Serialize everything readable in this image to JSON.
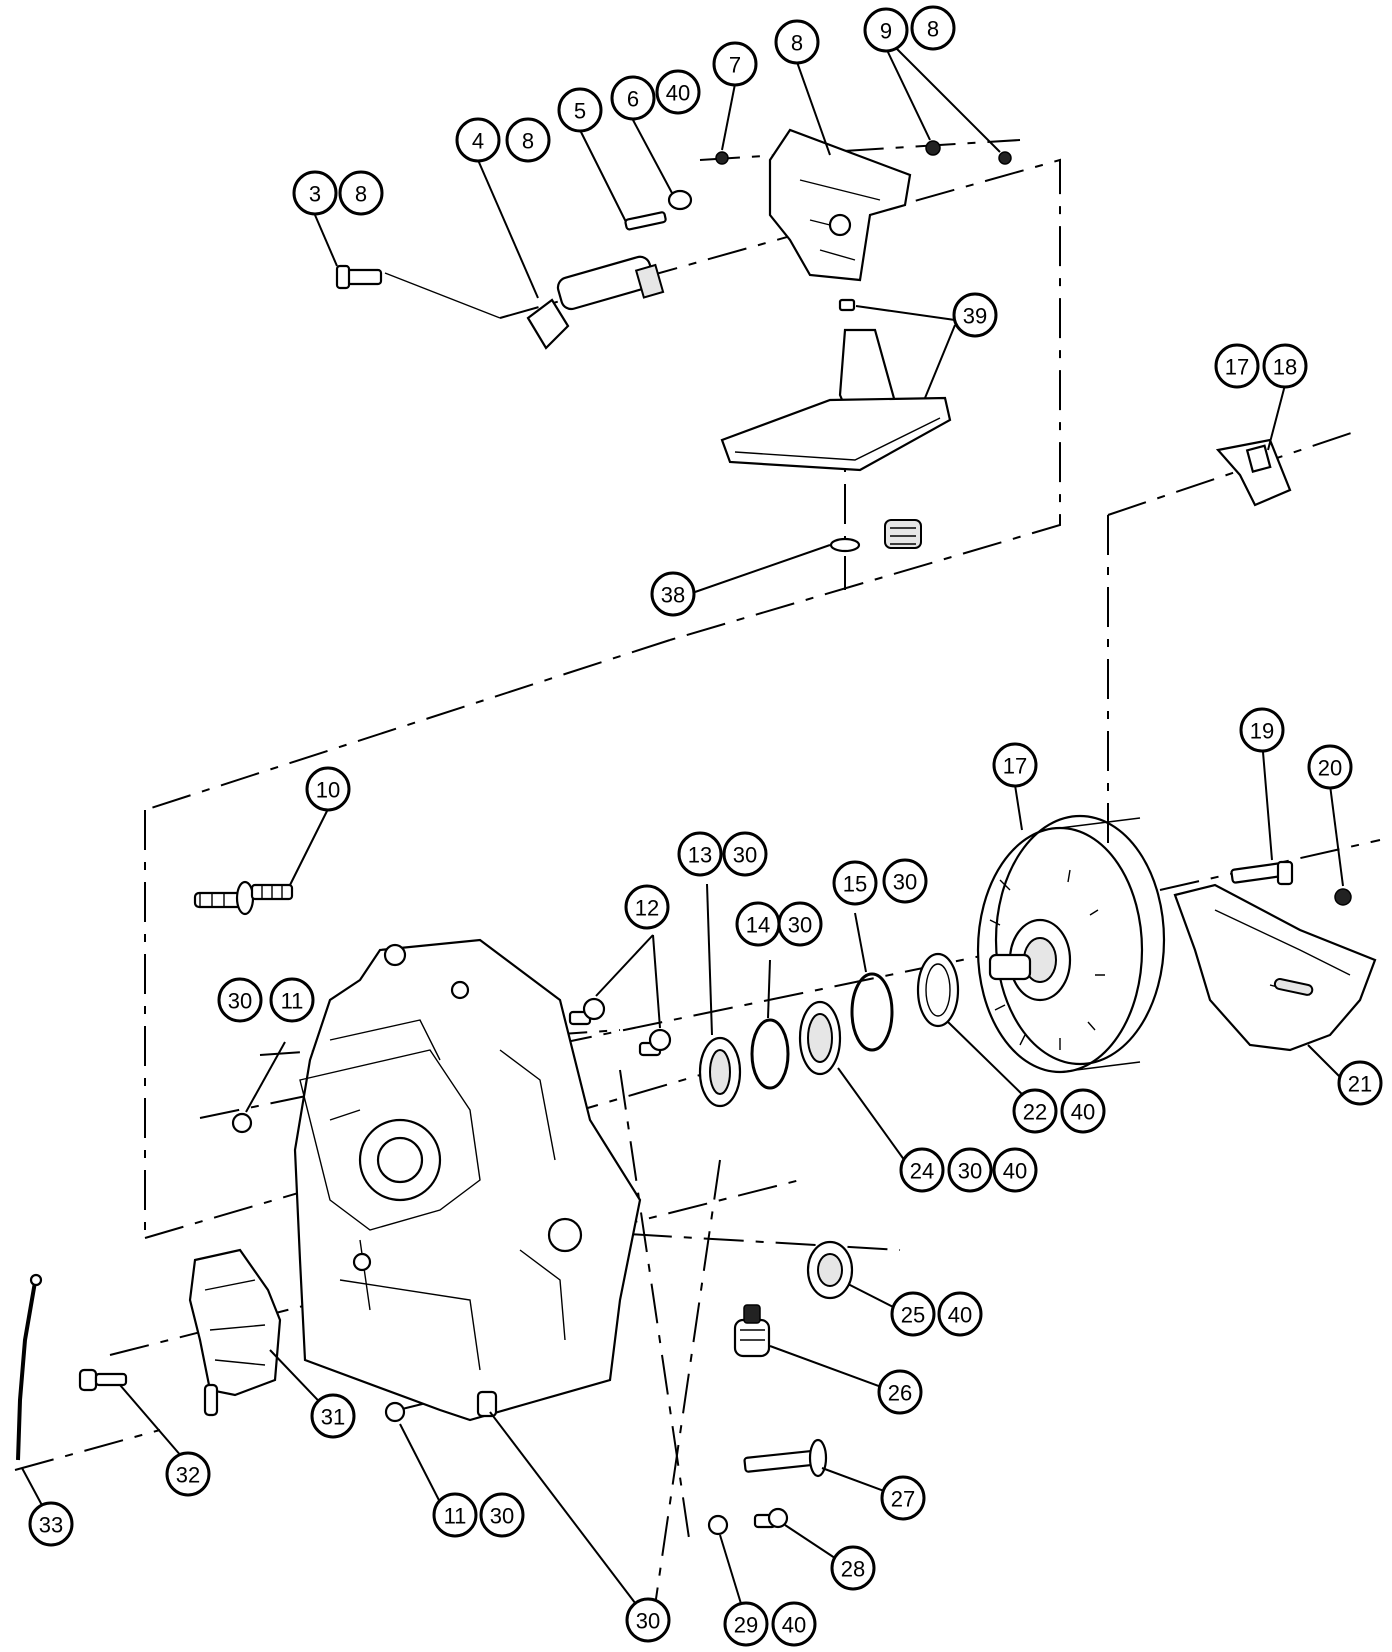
{
  "callouts": [
    {
      "id": "c3",
      "text": "3"
    },
    {
      "id": "c3b",
      "text": "8"
    },
    {
      "id": "c4",
      "text": "4"
    },
    {
      "id": "c4b",
      "text": "8"
    },
    {
      "id": "c5",
      "text": "5"
    },
    {
      "id": "c6",
      "text": "6"
    },
    {
      "id": "c6b",
      "text": "40"
    },
    {
      "id": "c7",
      "text": "7"
    },
    {
      "id": "c8",
      "text": "8"
    },
    {
      "id": "c9",
      "text": "9"
    },
    {
      "id": "c9b",
      "text": "8"
    },
    {
      "id": "c39",
      "text": "39"
    },
    {
      "id": "c17a",
      "text": "17"
    },
    {
      "id": "c18",
      "text": "18"
    },
    {
      "id": "c38",
      "text": "38"
    },
    {
      "id": "c10",
      "text": "10"
    },
    {
      "id": "c19",
      "text": "19"
    },
    {
      "id": "c20",
      "text": "20"
    },
    {
      "id": "c17",
      "text": "17"
    },
    {
      "id": "c13",
      "text": "13"
    },
    {
      "id": "c13b",
      "text": "30"
    },
    {
      "id": "c15",
      "text": "15"
    },
    {
      "id": "c15b",
      "text": "30"
    },
    {
      "id": "c14",
      "text": "14"
    },
    {
      "id": "c14b",
      "text": "30"
    },
    {
      "id": "c12",
      "text": "12"
    },
    {
      "id": "c30a",
      "text": "30"
    },
    {
      "id": "c11a",
      "text": "11"
    },
    {
      "id": "c21",
      "text": "21"
    },
    {
      "id": "c22",
      "text": "22"
    },
    {
      "id": "c22b",
      "text": "40"
    },
    {
      "id": "c24",
      "text": "24"
    },
    {
      "id": "c24b",
      "text": "30"
    },
    {
      "id": "c24c",
      "text": "40"
    },
    {
      "id": "c25",
      "text": "25"
    },
    {
      "id": "c25b",
      "text": "40"
    },
    {
      "id": "c26",
      "text": "26"
    },
    {
      "id": "c31",
      "text": "31"
    },
    {
      "id": "c27",
      "text": "27"
    },
    {
      "id": "c32",
      "text": "32"
    },
    {
      "id": "c11b",
      "text": "11"
    },
    {
      "id": "c11c",
      "text": "30"
    },
    {
      "id": "c28",
      "text": "28"
    },
    {
      "id": "c33",
      "text": "33"
    },
    {
      "id": "c30b",
      "text": "30"
    },
    {
      "id": "c29",
      "text": "29"
    },
    {
      "id": "c29b",
      "text": "40"
    }
  ]
}
